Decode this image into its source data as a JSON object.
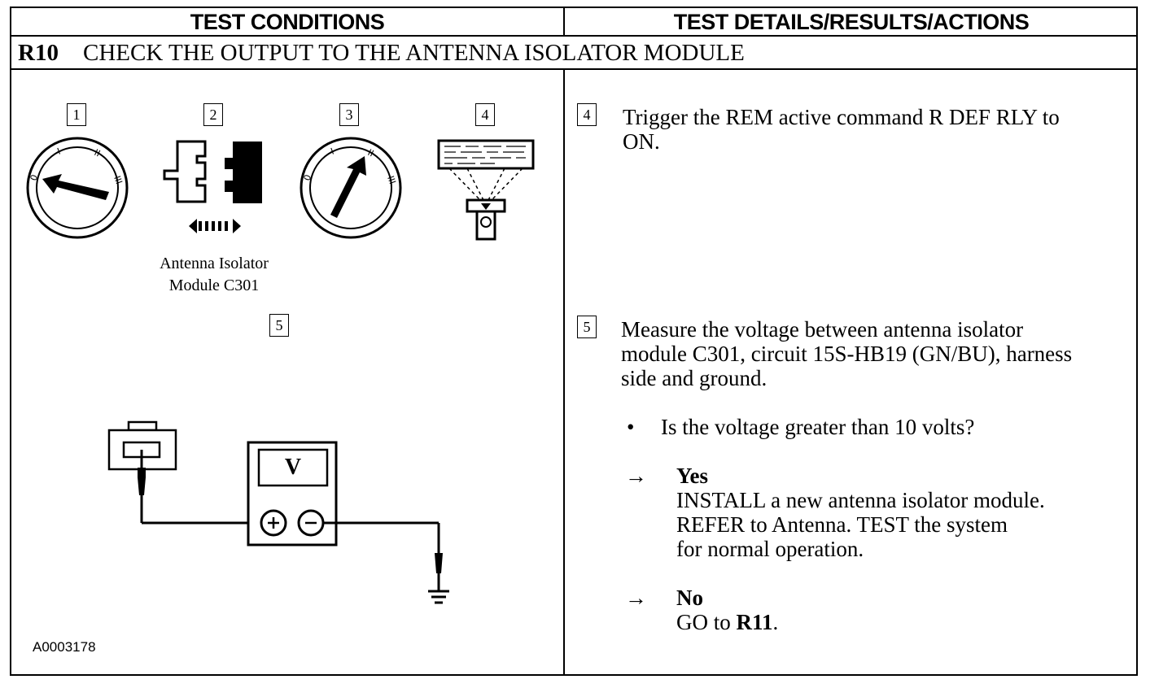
{
  "header": {
    "left": "TEST CONDITIONS",
    "right": "TEST DETAILS/RESULTS/ACTIONS"
  },
  "step": {
    "id": "R10",
    "title": "CHECK THE OUTPUT TO THE ANTENNA ISOLATOR MODULE"
  },
  "figure": {
    "step_numbers": [
      "1",
      "2",
      "3",
      "4",
      "5"
    ],
    "caption_line1": "Antenna Isolator",
    "caption_line2": "Module C301",
    "meter_label": "V",
    "figure_id": "A0003178"
  },
  "details": {
    "step4_num": "4",
    "step4_line1": "Trigger the REM active command R DEF RLY to",
    "step4_line2": "ON.",
    "step5_num": "5",
    "step5_line1": "Measure the voltage between antenna isolator",
    "step5_line2": "module C301, circuit 15S-HB19 (GN/BU), harness",
    "step5_line3": "side and ground.",
    "bullet": "•",
    "question": "Is the voltage greater than 10 volts?",
    "arrow": "→",
    "yes_label": "Yes",
    "yes_line1": "INSTALL a new antenna isolator module.",
    "yes_line2": "REFER to Antenna. TEST the system",
    "yes_line3": "for normal operation.",
    "no_label": "No",
    "no_action_prefix": "GO to ",
    "no_action_target": "R11",
    "no_action_suffix": "."
  }
}
